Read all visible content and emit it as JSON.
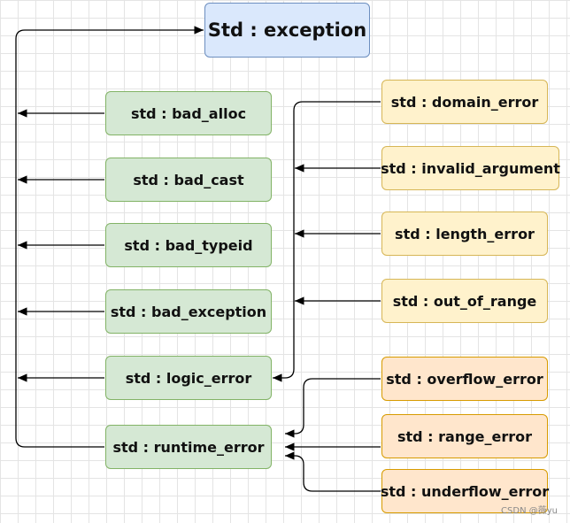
{
  "diagram": {
    "root": {
      "label": "Std : exception"
    },
    "direct_children": [
      {
        "id": "bad_alloc",
        "label": "std : bad_alloc"
      },
      {
        "id": "bad_cast",
        "label": "std : bad_cast"
      },
      {
        "id": "bad_typeid",
        "label": "std : bad_typeid"
      },
      {
        "id": "bad_exception",
        "label": "std : bad_exception"
      },
      {
        "id": "logic_error",
        "label": "std : logic_error"
      },
      {
        "id": "runtime_error",
        "label": "std : runtime_error"
      }
    ],
    "logic_error_children": [
      {
        "id": "domain_error",
        "label": "std : domain_error"
      },
      {
        "id": "invalid_argument",
        "label": "std : invalid_argument"
      },
      {
        "id": "length_error",
        "label": "std : length_error"
      },
      {
        "id": "out_of_range",
        "label": "std : out_of_range"
      }
    ],
    "runtime_error_children": [
      {
        "id": "overflow_error",
        "label": "std : overflow_error"
      },
      {
        "id": "range_error",
        "label": "std : range_error"
      },
      {
        "id": "underflow_error",
        "label": "std : underflow_error"
      }
    ],
    "colors": {
      "root_fill": "#dae8fc",
      "root_stroke": "#6c8ebf",
      "green_fill": "#d5e8d4",
      "green_stroke": "#82b366",
      "yellow_fill": "#fff2cc",
      "yellow_stroke": "#d6b656",
      "orange_fill": "#ffe6cc",
      "orange_stroke": "#d79b00",
      "connector": "#000000"
    }
  },
  "watermark": "CSDN @薇yu"
}
